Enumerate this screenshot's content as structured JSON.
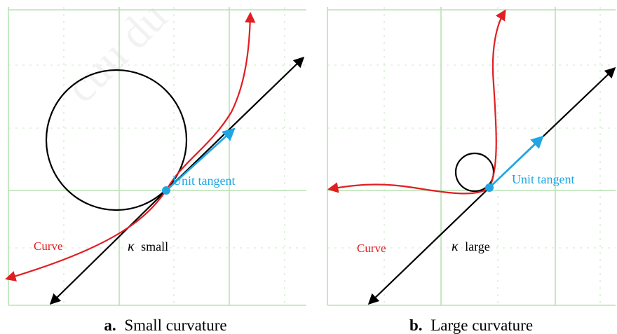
{
  "panels": [
    {
      "caption_letter": "a.",
      "caption_text": "Small curvature",
      "curve_label": "Curve",
      "kappa_symbol": "κ",
      "kappa_text": "small",
      "tangent_label": "Unit tangent"
    },
    {
      "caption_letter": "b.",
      "caption_text": "Large curvature",
      "curve_label": "Curve",
      "kappa_symbol": "κ",
      "kappa_text": "large",
      "tangent_label": "Unit tangent"
    }
  ],
  "watermark": "cuu du",
  "colors": {
    "grid": "#b7e3b2",
    "curve": "#e11e22",
    "tangent_line": "#000000",
    "unit_tangent": "#1fa6e3",
    "circle": "#000000",
    "point": "#1fa6e3"
  }
}
